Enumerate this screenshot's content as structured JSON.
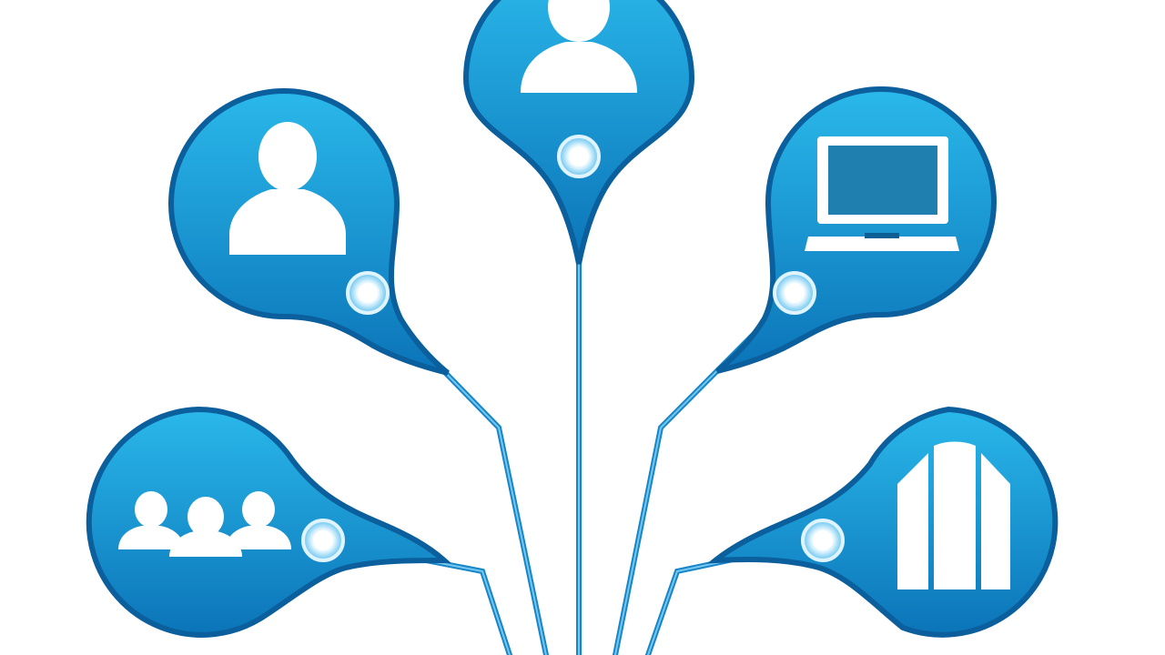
{
  "colors": {
    "background": "#ffffff",
    "pin_fill_light": "#2ab8ea",
    "pin_fill_dark": "#0b74b8",
    "pin_border": "#0a5f9c",
    "wire": "#1686c8",
    "glyph": "#ffffff",
    "screen": "#1f7fae",
    "node_glow": "#c9ecff"
  },
  "nodes": [
    {
      "id": "user-top",
      "icon": "user-icon"
    },
    {
      "id": "user-left",
      "icon": "user-icon"
    },
    {
      "id": "laptop",
      "icon": "laptop-icon"
    },
    {
      "id": "group",
      "icon": "group-icon"
    },
    {
      "id": "building",
      "icon": "building-icon"
    }
  ]
}
